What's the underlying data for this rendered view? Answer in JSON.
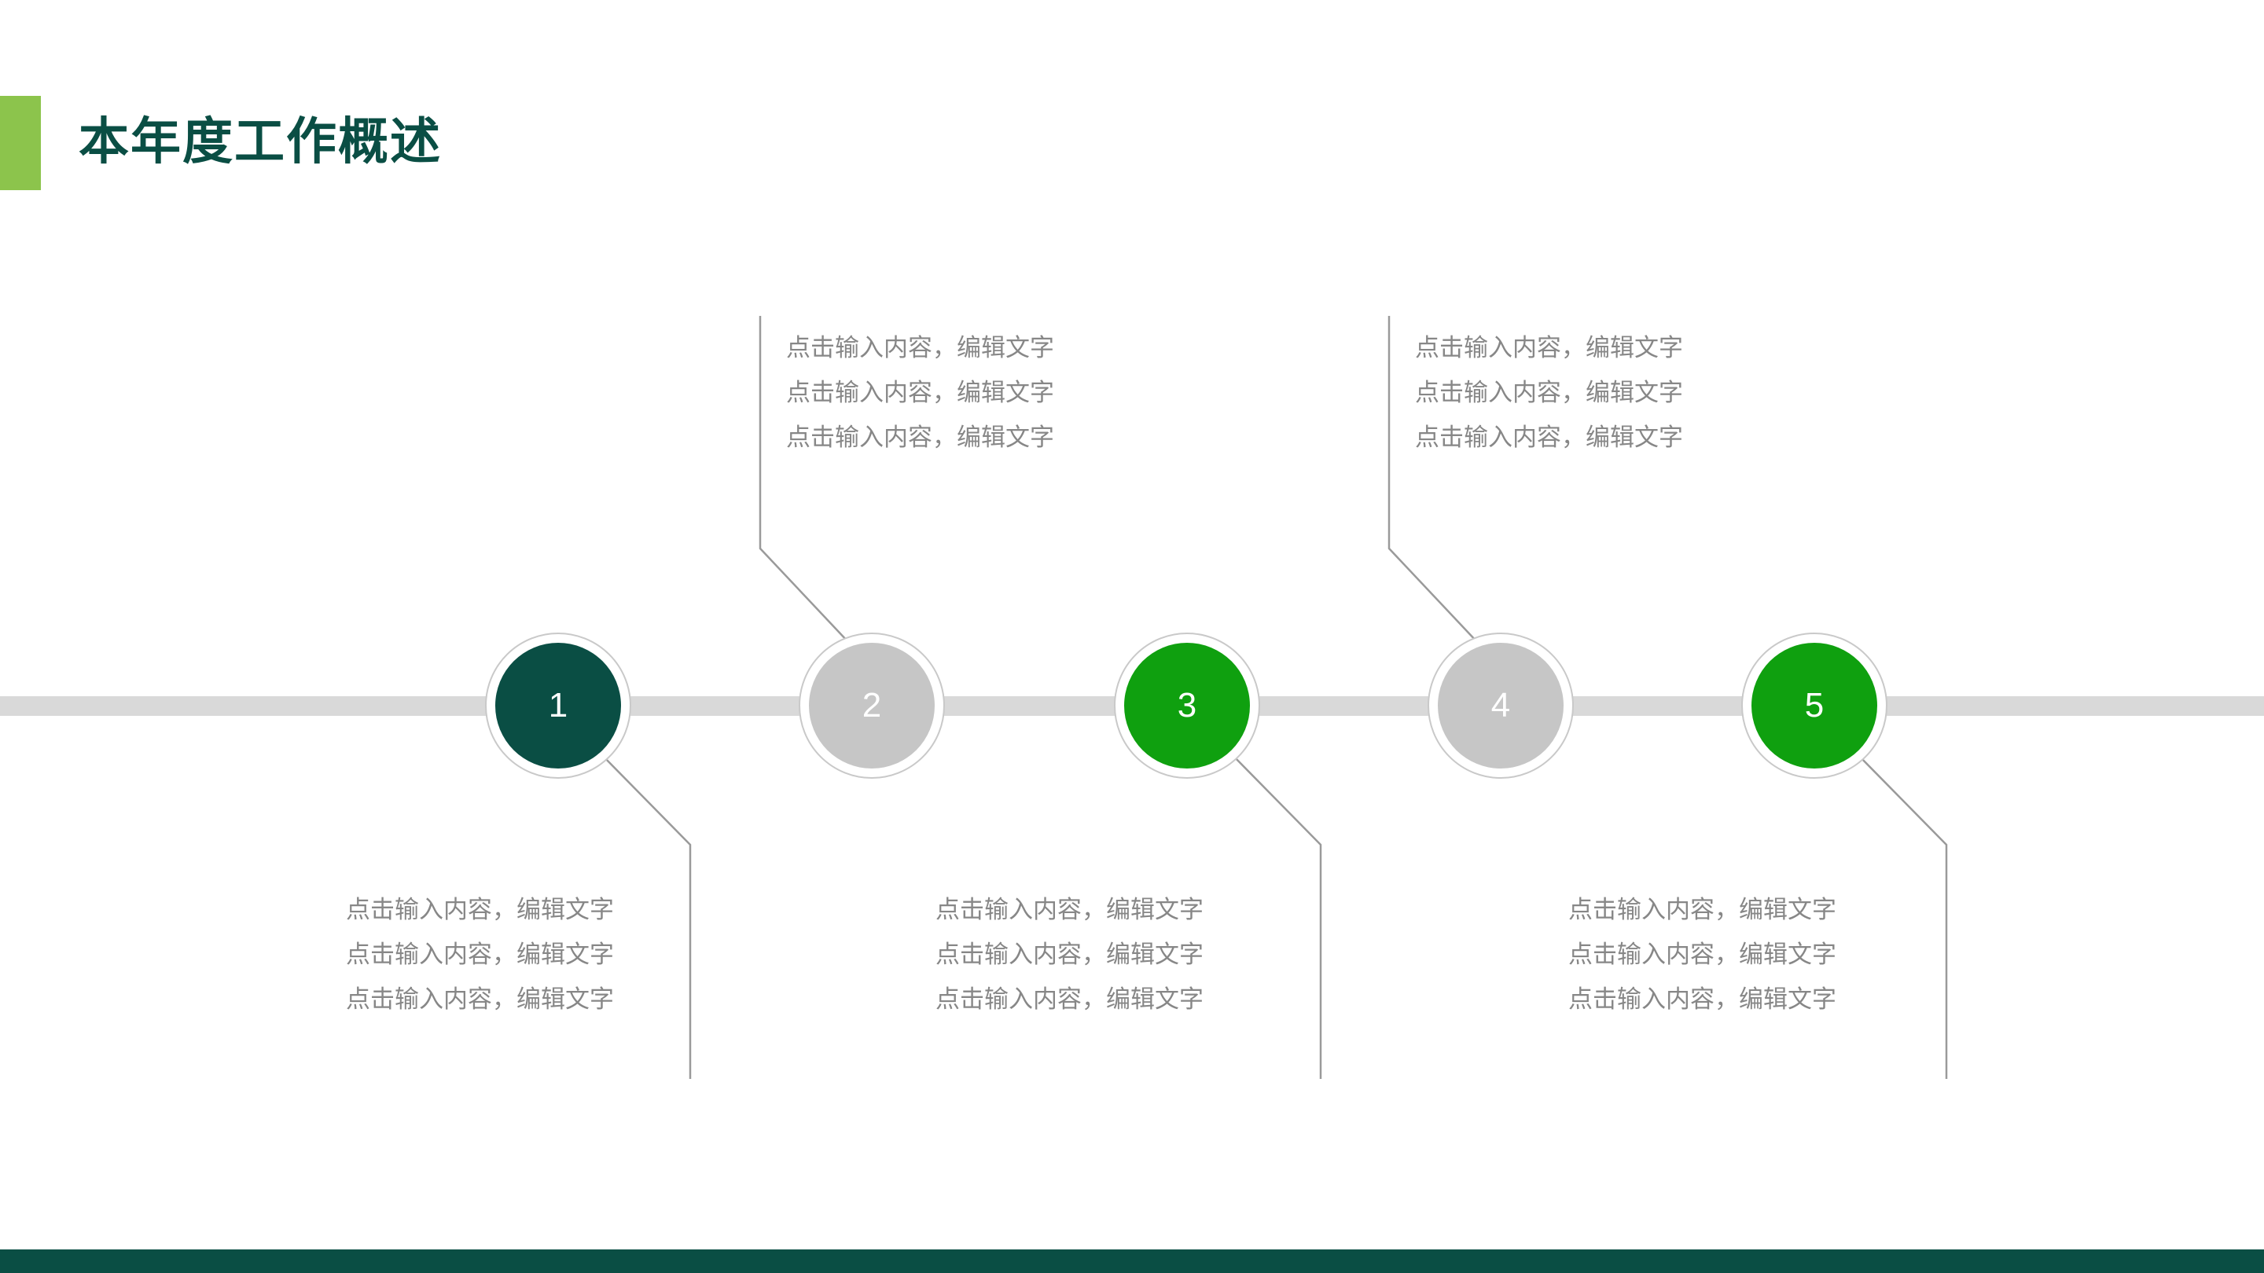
{
  "slide": {
    "title": "本年度工作概述",
    "accent_bar_color": "#8CC44C",
    "title_color": "#0A4E44",
    "footer_bar_color": "#0A4E44",
    "rail_color": "#D9D9D9",
    "connector_color": "#9A9A9A",
    "body_text_color": "#878787"
  },
  "timeline": {
    "nodes": [
      {
        "number": "1",
        "color": "#0A4E44",
        "state": "active"
      },
      {
        "number": "2",
        "color": "#C6C6C6",
        "state": "inactive"
      },
      {
        "number": "3",
        "color": "#0FA00F",
        "state": "active"
      },
      {
        "number": "4",
        "color": "#C6C6C6",
        "state": "inactive"
      },
      {
        "number": "5",
        "color": "#0FA00F",
        "state": "active"
      }
    ]
  },
  "content_blocks": [
    {
      "id": "block-1",
      "position": "below",
      "node": "1",
      "lines": [
        "点击输入内容，编辑文字",
        "点击输入内容，编辑文字",
        "点击输入内容，编辑文字"
      ]
    },
    {
      "id": "block-2",
      "position": "above",
      "node": "2",
      "lines": [
        "点击输入内容，编辑文字",
        "点击输入内容，编辑文字",
        "点击输入内容，编辑文字"
      ]
    },
    {
      "id": "block-3",
      "position": "below",
      "node": "3",
      "lines": [
        "点击输入内容，编辑文字",
        "点击输入内容，编辑文字",
        "点击输入内容，编辑文字"
      ]
    },
    {
      "id": "block-4",
      "position": "above",
      "node": "4",
      "lines": [
        "点击输入内容，编辑文字",
        "点击输入内容，编辑文字",
        "点击输入内容，编辑文字"
      ]
    },
    {
      "id": "block-5",
      "position": "below",
      "node": "5",
      "lines": [
        "点击输入内容，编辑文字",
        "点击输入内容，编辑文字",
        "点击输入内容，编辑文字"
      ]
    }
  ]
}
